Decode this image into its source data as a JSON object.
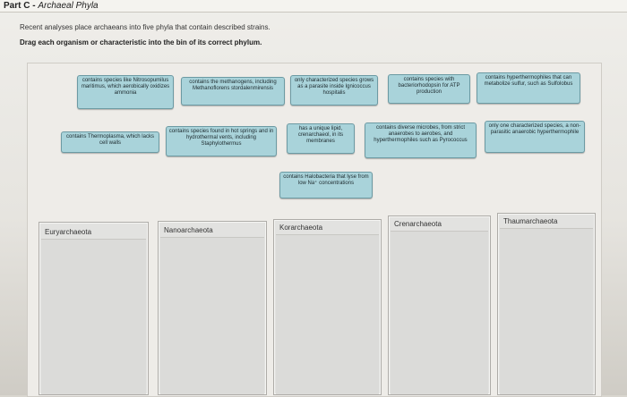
{
  "header": {
    "part": "Part C",
    "separator": " - ",
    "subtitle": "Archaeal Phyla"
  },
  "intro_text": "Recent analyses place archaeans into five phyla that contain described strains.",
  "instruction_text": "Drag each organism or characteristic into the bin of its correct phylum.",
  "tiles": [
    "contains species like Nitrosopumilus maritimus, which aerobically oxidizes ammonia",
    "contains the methanogens, including Methanoflorens stordalenmirensis",
    "only characterized species grows as a parasite inside Ignicoccus hospitalis",
    "contains species with bacteriorhodopsin for ATP production",
    "contains hyperthermophiles that can metabolize sulfur, such as Sulfolobus",
    "contains Thermoplasma, which lacks cell walls",
    "contains species found in hot springs and in hydrothermal vents, including Staphylothermus",
    "has a unique lipid, crenarchaeol, in its membranes",
    "contains diverse microbes, from strict anaerobes to aerobes, and hyperthermophiles such as Pyrococcus",
    "only one characterized species, a non-parasitic anaerobic hyperthermophile",
    "contains Halobacteria that lyse from low Na⁺ concentrations"
  ],
  "bins": [
    "Euryarchaeota",
    "Nanoarchaeota",
    "Korarchaeota",
    "Crenarchaeota",
    "Thaumarchaeota"
  ],
  "colors": {
    "tile_fill": "#a9d3da",
    "tile_border": "#6c9aa3",
    "bin_fill": "#e2e2e0"
  }
}
